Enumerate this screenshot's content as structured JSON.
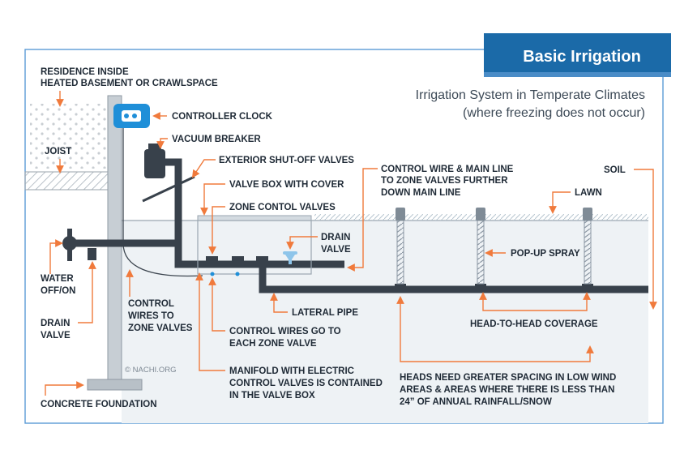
{
  "title": "Basic Irrigation",
  "subtitle_line1": "Irrigation System in Temperate Climates",
  "subtitle_line2": "(where freezing does not occur)",
  "credit": "© NACHI.ORG",
  "colors": {
    "title_bar": "#1b6aa8",
    "arrow": "#f07a3c",
    "pipe": "#38414b",
    "ground": "#ecf1f4",
    "border": "#5b9bd5"
  },
  "labels": {
    "residence_1": "RESIDENCE INSIDE",
    "residence_2": "HEATED BASEMENT OR CRAWLSPACE",
    "controller_clock": "CONTROLLER CLOCK",
    "joist": "JOIST",
    "vacuum_breaker": "VACUUM BREAKER",
    "exterior_shutoff": "EXTERIOR SHUT-OFF VALVES",
    "valve_box": "VALVE BOX WITH COVER",
    "zone_control": "ZONE CONTOL VALVES",
    "control_wire_1": "CONTROL WIRE  & MAIN LINE",
    "control_wire_2": "TO ZONE VALVES FURTHER",
    "control_wire_3": "DOWN MAIN LINE",
    "soil": "SOIL",
    "lawn": "LAWN",
    "drain_valve_right_1": "DRAIN",
    "drain_valve_right_2": "VALVE",
    "water_1": "WATER",
    "water_2": "OFF/ON",
    "drain_valve_left_1": "DRAIN",
    "drain_valve_left_2": "VALVE",
    "pop_up_spray": "POP-UP SPRAY",
    "lateral_pipe": "LATERAL PIPE",
    "control_wires_zone_1": "CONTROL",
    "control_wires_zone_2": "WIRES TO",
    "control_wires_zone_3": "ZONE VALVES",
    "control_wires_each_1": "CONTROL WIRES GO TO",
    "control_wires_each_2": "EACH ZONE VALVE",
    "head_to_head": "HEAD-TO-HEAD COVERAGE",
    "manifold_1": "MANIFOLD WITH ELECTRIC",
    "manifold_2": "CONTROL VALVES IS CONTAINED",
    "manifold_3": "IN THE VALVE BOX",
    "heads_1": "HEADS NEED GREATER SPACING IN LOW WIND",
    "heads_2": "AREAS & AREAS WHERE THERE IS LESS THAN",
    "heads_3": "24” OF ANNUAL RAINFALL/SNOW",
    "concrete": "CONCRETE FOUNDATION"
  }
}
